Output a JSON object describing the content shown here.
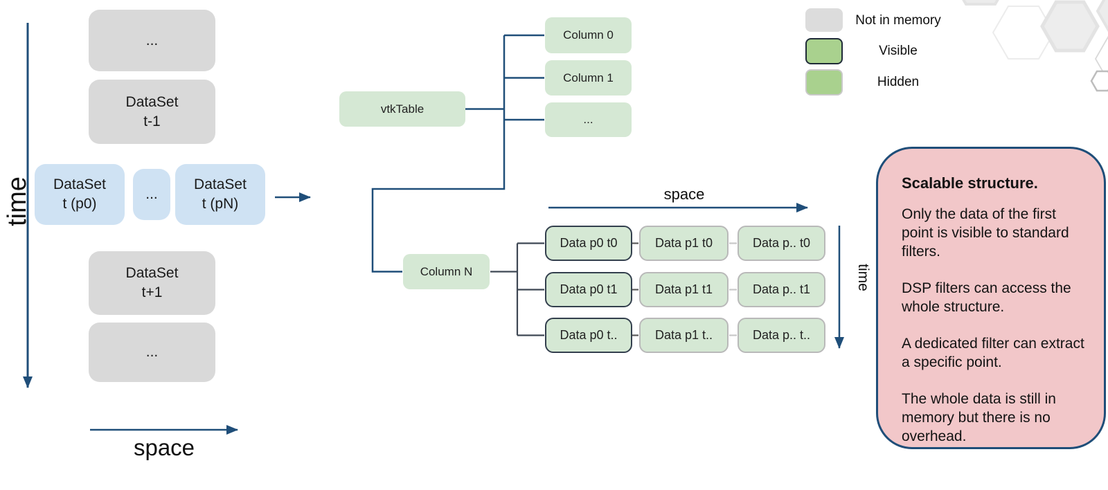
{
  "palette": {
    "navy_line": "#1f4e79",
    "slate_line": "#3e4753",
    "light_connector": "#c9c9c9",
    "dark_connector": "#5a5a5a",
    "gray_box_fill": "#d9d9d9",
    "blue_box_fill": "#cfe2f3",
    "green_box_fill": "#d5e8d4",
    "legend_green_fill": "#a9d18e",
    "visible_border": "#333f4d",
    "hidden_border": "#b9b9b9",
    "note_fill": "#f2c7c9",
    "note_border": "#1f4e79"
  },
  "left": {
    "time_label": "time",
    "space_label": "space",
    "boxes": {
      "dots_top": {
        "line1": "...",
        "line2": ""
      },
      "t_minus_1": {
        "line1": "DataSet",
        "line2": "t-1"
      },
      "t_p0": {
        "line1": "DataSet",
        "line2": "t (p0)"
      },
      "dots_mid": {
        "line1": "...",
        "line2": ""
      },
      "t_pN": {
        "line1": "DataSet",
        "line2": "t (pN)"
      },
      "t_plus_1": {
        "line1": "DataSet",
        "line2": "t+1"
      },
      "dots_bottom": {
        "line1": "...",
        "line2": ""
      }
    }
  },
  "tree": {
    "root_label": "vtkTable",
    "column_labels": [
      "Column 0",
      "Column 1",
      "...",
      "Column N"
    ],
    "space_label": "space",
    "time_label": "time",
    "grid_rows": [
      [
        "Data p0 t0",
        "Data p1 t0",
        "Data p.. t0"
      ],
      [
        "Data p0 t1",
        "Data p1 t1",
        "Data p.. t1"
      ],
      [
        "Data p0 t..",
        "Data p1 t..",
        "Data p.. t.."
      ]
    ]
  },
  "legend": {
    "items": [
      {
        "label": "Not in memory",
        "swatch": "gray"
      },
      {
        "label": "Visible",
        "swatch": "green-dark-border"
      },
      {
        "label": "Hidden",
        "swatch": "green-light-border"
      }
    ]
  },
  "note": {
    "title": "Scalable structure.",
    "paragraphs": [
      "Only the data of the first point is visible to standard filters.",
      "DSP filters can access the whole structure.",
      "A dedicated filter can extract a specific point.",
      "The whole data is still in memory but there is no overhead."
    ]
  }
}
